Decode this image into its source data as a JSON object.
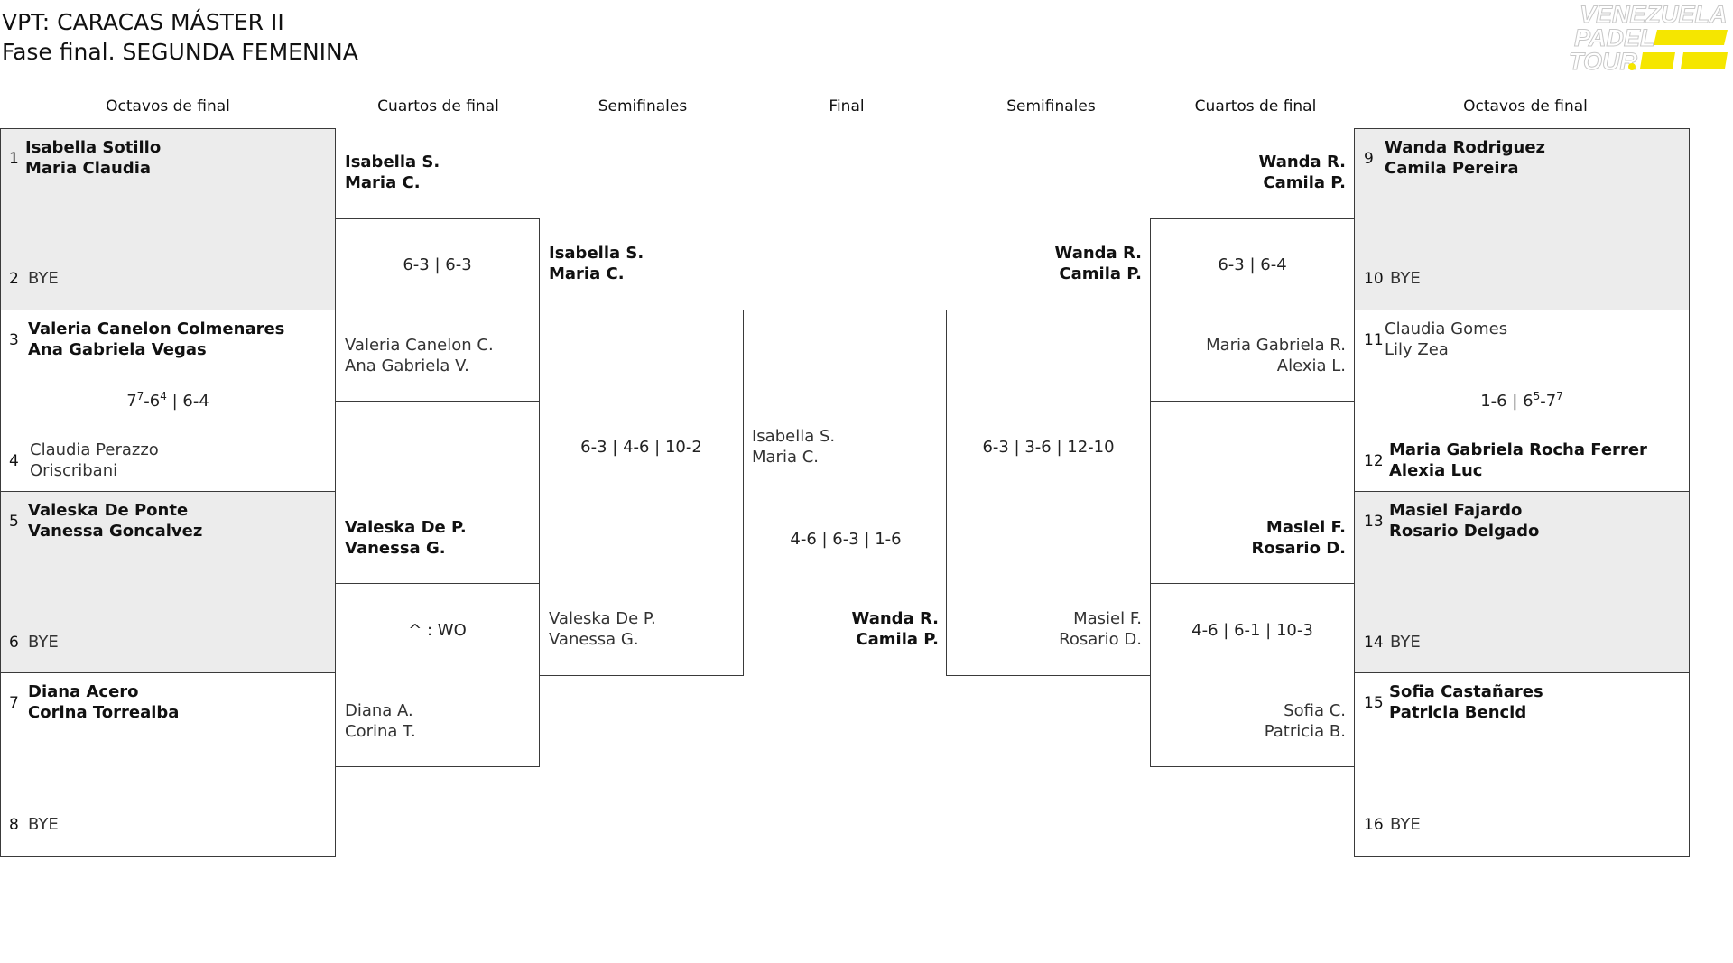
{
  "header": {
    "title": "VPT: CARACAS MÁSTER II",
    "subtitle": "Fase final. SEGUNDA FEMENINA"
  },
  "logo": {
    "line1": "VENEZUELA",
    "line2": "PADEL",
    "line3": "TOUR",
    "accent": "#f5e600"
  },
  "rounds": {
    "left": [
      "Octavos de final",
      "Cuartos de final",
      "Semifinales"
    ],
    "final": "Final",
    "right": [
      "Semifinales",
      "Cuartos de final",
      "Octavos de final"
    ]
  },
  "left_r16": [
    {
      "seed_a": "1",
      "a1": "Isabella Sotillo",
      "a2": "Maria Claudia",
      "seed_b": "2",
      "b1": "BYE",
      "b2": "",
      "score": ""
    },
    {
      "seed_a": "3",
      "a1": "Valeria Canelon Colmenares",
      "a2": "Ana Gabriela Vegas",
      "seed_b": "4",
      "b1": "Claudia Perazzo",
      "b2": "Oriscribani",
      "score_main": "7",
      "score_sup1": "7",
      "score_mid": "-6",
      "score_sup2": "4",
      "score_tail": " | 6-4"
    },
    {
      "seed_a": "5",
      "a1": "Valeska De Ponte",
      "a2": "Vanessa Goncalvez",
      "seed_b": "6",
      "b1": "BYE",
      "b2": "",
      "score": ""
    },
    {
      "seed_a": "7",
      "a1": "Diana Acero",
      "a2": "Corina Torrealba",
      "seed_b": "8",
      "b1": "BYE",
      "b2": "",
      "score": ""
    }
  ],
  "left_qf": [
    {
      "a1": "Isabella S.",
      "a2": "Maria C.",
      "b1": "Valeria Canelon C.",
      "b2": "Ana Gabriela V.",
      "score": "6-3 | 6-3"
    },
    {
      "a1": "Valeska De P.",
      "a2": "Vanessa G.",
      "b1": "Diana A.",
      "b2": "Corina T.",
      "score": "^ : WO"
    }
  ],
  "left_sf": {
    "a1": "Isabella S.",
    "a2": "Maria C.",
    "b1": "Valeska De P.",
    "b2": "Vanessa G.",
    "score": "6-3 | 4-6 | 10-2"
  },
  "final": {
    "a1": "Isabella S.",
    "a2": "Maria C.",
    "b1": "Wanda R.",
    "b2": "Camila P.",
    "score": "4-6 | 6-3 | 1-6"
  },
  "right_sf": {
    "a1": "Wanda R.",
    "a2": "Camila P.",
    "b1": "Masiel F.",
    "b2": "Rosario D.",
    "score": "6-3 | 3-6 | 12-10"
  },
  "right_qf": [
    {
      "a1": "Wanda R.",
      "a2": "Camila P.",
      "b1": "Maria Gabriela R.",
      "b2": "Alexia L.",
      "score": "6-3 | 6-4"
    },
    {
      "a1": "Masiel F.",
      "a2": "Rosario D.",
      "b1": "Sofia C.",
      "b2": "Patricia B.",
      "score": "4-6 | 6-1 | 10-3"
    }
  ],
  "right_r16": [
    {
      "seed_a": "9",
      "a1": "Wanda Rodriguez",
      "a2": "Camila Pereira",
      "seed_b": "10",
      "b1": "BYE",
      "b2": ""
    },
    {
      "seed_a": "11",
      "a1": "Claudia Gomes",
      "a2": "Lily Zea",
      "seed_b": "12",
      "b1": "Maria Gabriela Rocha Ferrer",
      "b2": "Alexia Luc",
      "score_main": "1-6 | 6",
      "score_sup1": "5",
      "score_mid": "-7",
      "score_sup2": "7",
      "score_tail": ""
    },
    {
      "seed_a": "13",
      "a1": "Masiel Fajardo",
      "a2": "Rosario Delgado",
      "seed_b": "14",
      "b1": "BYE",
      "b2": ""
    },
    {
      "seed_a": "15",
      "a1": "Sofia Castañares",
      "a2": "Patricia Bencid",
      "seed_b": "16",
      "b1": "BYE",
      "b2": ""
    }
  ]
}
